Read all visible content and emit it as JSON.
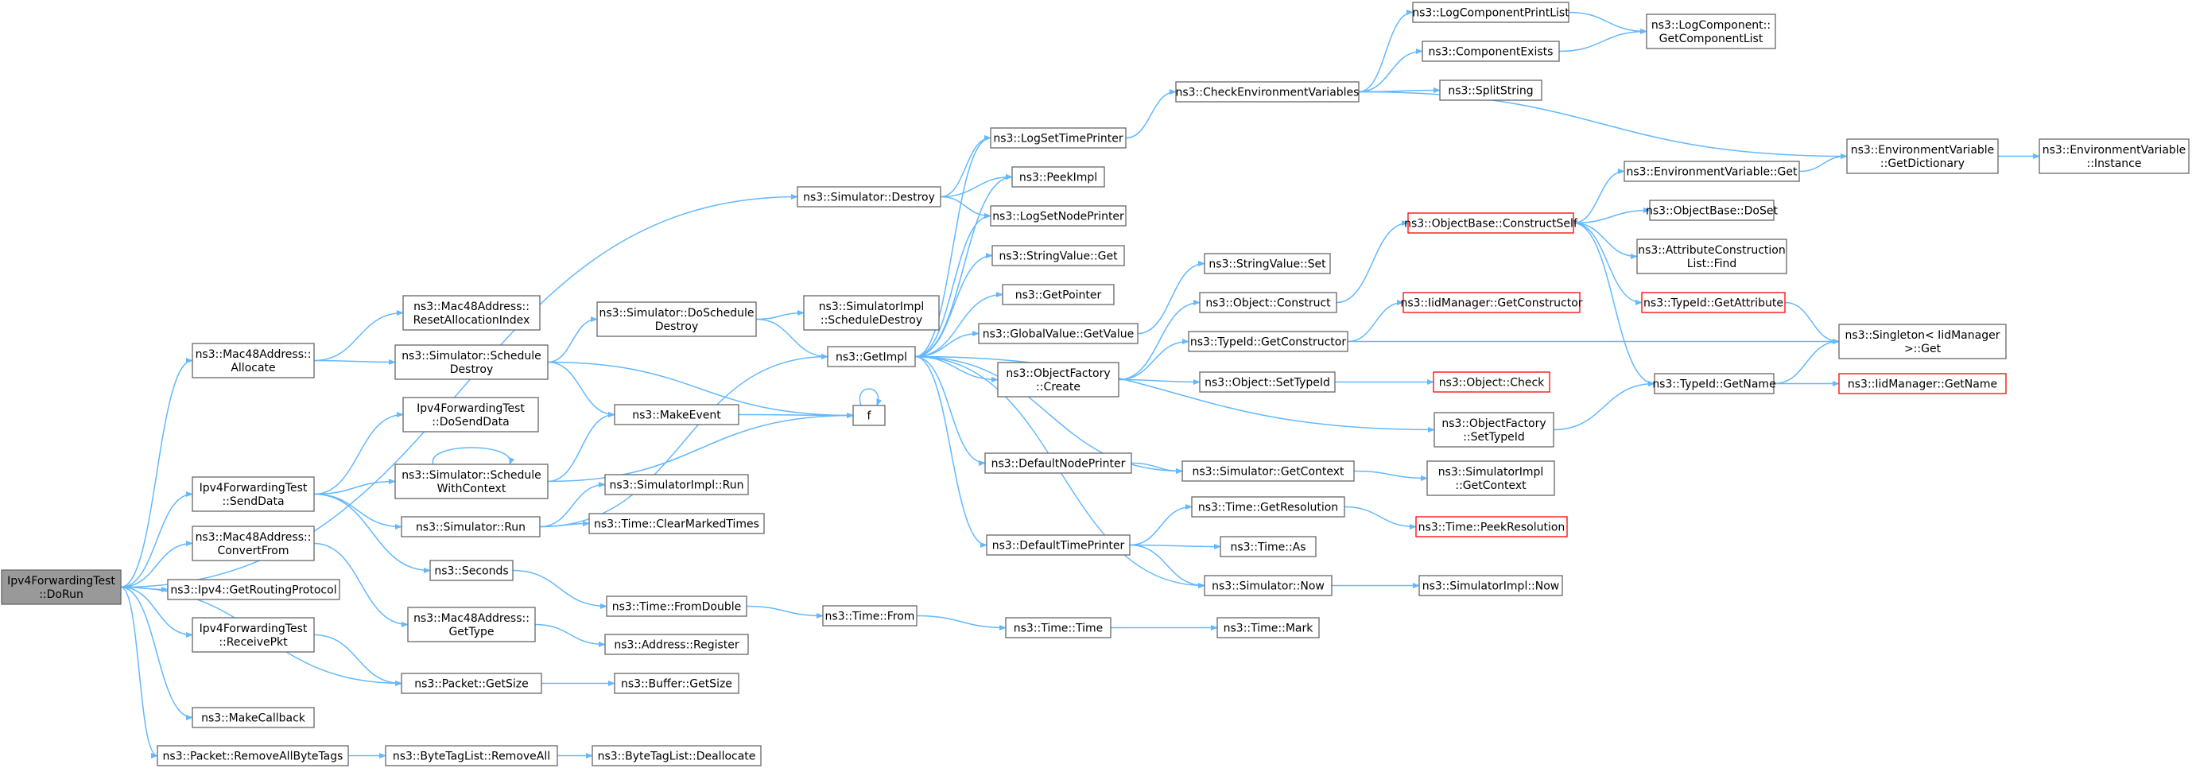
{
  "diagram": {
    "type": "call-graph",
    "nodes": [
      {
        "id": "dorun",
        "lines": [
          "Ipv4ForwardingTest",
          "::DoRun"
        ],
        "style": "root"
      },
      {
        "id": "allocate",
        "lines": [
          "ns3::Mac48Address::",
          "Allocate"
        ]
      },
      {
        "id": "senddata",
        "lines": [
          "Ipv4ForwardingTest",
          "::SendData"
        ]
      },
      {
        "id": "convertfrom",
        "lines": [
          "ns3::Mac48Address::",
          "ConvertFrom"
        ]
      },
      {
        "id": "getrouting",
        "lines": [
          "ns3::Ipv4::GetRoutingProtocol"
        ]
      },
      {
        "id": "receivepkt",
        "lines": [
          "Ipv4ForwardingTest",
          "::ReceivePkt"
        ]
      },
      {
        "id": "makecallback",
        "lines": [
          "ns3::MakeCallback"
        ]
      },
      {
        "id": "removeallbytetags",
        "lines": [
          "ns3::Packet::RemoveAllByteTags"
        ]
      },
      {
        "id": "simdestroy",
        "lines": [
          "ns3::Simulator::Destroy"
        ]
      },
      {
        "id": "resetalloc",
        "lines": [
          "ns3::Mac48Address::",
          "ResetAllocationIndex"
        ]
      },
      {
        "id": "schedDestroy",
        "lines": [
          "ns3::Simulator::Schedule",
          "Destroy"
        ]
      },
      {
        "id": "dosenddata",
        "lines": [
          "Ipv4ForwardingTest",
          "::DoSendData"
        ]
      },
      {
        "id": "schedWithCtx",
        "lines": [
          "ns3::Simulator::Schedule",
          "WithContext"
        ]
      },
      {
        "id": "simrun",
        "lines": [
          "ns3::Simulator::Run"
        ]
      },
      {
        "id": "seconds",
        "lines": [
          "ns3::Seconds"
        ]
      },
      {
        "id": "gettype",
        "lines": [
          "ns3::Mac48Address::",
          "GetType"
        ]
      },
      {
        "id": "packetgetsize",
        "lines": [
          "ns3::Packet::GetSize"
        ]
      },
      {
        "id": "bytetagremoveall",
        "lines": [
          "ns3::ByteTagList::RemoveAll"
        ]
      },
      {
        "id": "doScheduleDestroy",
        "lines": [
          "ns3::Simulator::DoSchedule",
          "Destroy"
        ]
      },
      {
        "id": "makeevent",
        "lines": [
          "ns3::MakeEvent"
        ]
      },
      {
        "id": "simimplrun",
        "lines": [
          "ns3::SimulatorImpl::Run"
        ]
      },
      {
        "id": "clearmarked",
        "lines": [
          "ns3::Time::ClearMarkedTimes"
        ]
      },
      {
        "id": "fromdouble",
        "lines": [
          "ns3::Time::FromDouble"
        ]
      },
      {
        "id": "addrregister",
        "lines": [
          "ns3::Address::Register"
        ]
      },
      {
        "id": "buffergetsize",
        "lines": [
          "ns3::Buffer::GetSize"
        ]
      },
      {
        "id": "bytetagdealloc",
        "lines": [
          "ns3::ByteTagList::Deallocate"
        ]
      },
      {
        "id": "simimplschedDestroy",
        "lines": [
          "ns3::SimulatorImpl",
          "::ScheduleDestroy"
        ]
      },
      {
        "id": "getimpl",
        "lines": [
          "ns3::GetImpl"
        ]
      },
      {
        "id": "f",
        "lines": [
          "f"
        ]
      },
      {
        "id": "timefrom",
        "lines": [
          "ns3::Time::From"
        ]
      },
      {
        "id": "logsettime",
        "lines": [
          "ns3::LogSetTimePrinter"
        ]
      },
      {
        "id": "peekimpl",
        "lines": [
          "ns3::PeekImpl"
        ]
      },
      {
        "id": "logsetnode",
        "lines": [
          "ns3::LogSetNodePrinter"
        ]
      },
      {
        "id": "stringvalueget",
        "lines": [
          "ns3::StringValue::Get"
        ]
      },
      {
        "id": "getpointer",
        "lines": [
          "ns3::GetPointer"
        ]
      },
      {
        "id": "globalvalueget",
        "lines": [
          "ns3::GlobalValue::GetValue"
        ]
      },
      {
        "id": "objfactcreate",
        "lines": [
          "ns3::ObjectFactory",
          "::Create"
        ]
      },
      {
        "id": "defnodeprinter",
        "lines": [
          "ns3::DefaultNodePrinter"
        ]
      },
      {
        "id": "deftimeprinter",
        "lines": [
          "ns3::DefaultTimePrinter"
        ]
      },
      {
        "id": "timetime",
        "lines": [
          "ns3::Time::Time"
        ]
      },
      {
        "id": "checkenv",
        "lines": [
          "ns3::CheckEnvironmentVariables"
        ]
      },
      {
        "id": "stringvalueset",
        "lines": [
          "ns3::StringValue::Set"
        ]
      },
      {
        "id": "objconstruct",
        "lines": [
          "ns3::Object::Construct"
        ]
      },
      {
        "id": "typeidgetctor",
        "lines": [
          "ns3::TypeId::GetConstructor"
        ]
      },
      {
        "id": "objsettypeid",
        "lines": [
          "ns3::Object::SetTypeId"
        ]
      },
      {
        "id": "objfactsettypeid",
        "lines": [
          "ns3::ObjectFactory",
          "::SetTypeId"
        ]
      },
      {
        "id": "simgetctx",
        "lines": [
          "ns3::Simulator::GetContext"
        ]
      },
      {
        "id": "timegetres",
        "lines": [
          "ns3::Time::GetResolution"
        ]
      },
      {
        "id": "timeas",
        "lines": [
          "ns3::Time::As"
        ]
      },
      {
        "id": "simnow",
        "lines": [
          "ns3::Simulator::Now"
        ]
      },
      {
        "id": "timemark",
        "lines": [
          "ns3::Time::Mark"
        ]
      },
      {
        "id": "logcompprintlist",
        "lines": [
          "ns3::LogComponentPrintList"
        ]
      },
      {
        "id": "compexists",
        "lines": [
          "ns3::ComponentExists"
        ]
      },
      {
        "id": "splitstring",
        "lines": [
          "ns3::SplitString"
        ]
      },
      {
        "id": "objbaseconstructself",
        "lines": [
          "ns3::ObjectBase::ConstructSelf"
        ],
        "style": "truncated"
      },
      {
        "id": "iidmgrgetctor",
        "lines": [
          "ns3::IidManager::GetConstructor"
        ],
        "style": "truncated"
      },
      {
        "id": "objcheck",
        "lines": [
          "ns3::Object::Check"
        ],
        "style": "truncated"
      },
      {
        "id": "simimplgetctx",
        "lines": [
          "ns3::SimulatorImpl",
          "::GetContext"
        ]
      },
      {
        "id": "timepeekres",
        "lines": [
          "ns3::Time::PeekResolution"
        ],
        "style": "truncated"
      },
      {
        "id": "simimplnow",
        "lines": [
          "ns3::SimulatorImpl::Now"
        ]
      },
      {
        "id": "logcompgetlist",
        "lines": [
          "ns3::LogComponent::",
          "GetComponentList"
        ]
      },
      {
        "id": "envvarget",
        "lines": [
          "ns3::EnvironmentVariable::Get"
        ]
      },
      {
        "id": "objbasedoset",
        "lines": [
          "ns3::ObjectBase::DoSet"
        ]
      },
      {
        "id": "attrconstrfind",
        "lines": [
          "ns3::AttributeConstruction",
          "List::Find"
        ]
      },
      {
        "id": "typeidgetattr",
        "lines": [
          "ns3::TypeId::GetAttribute"
        ],
        "style": "truncated"
      },
      {
        "id": "typeidgetname",
        "lines": [
          "ns3::TypeId::GetName"
        ]
      },
      {
        "id": "envvargetdict",
        "lines": [
          "ns3::EnvironmentVariable",
          "::GetDictionary"
        ]
      },
      {
        "id": "singletonget",
        "lines": [
          "ns3::Singleton< IidManager",
          " >::Get"
        ]
      },
      {
        "id": "iidmgrgetname",
        "lines": [
          "ns3::IidManager::GetName"
        ],
        "style": "truncated"
      },
      {
        "id": "envvarinstance",
        "lines": [
          "ns3::EnvironmentVariable",
          "::Instance"
        ]
      }
    ],
    "edges": [
      [
        "dorun",
        "simdestroy"
      ],
      [
        "dorun",
        "allocate"
      ],
      [
        "dorun",
        "senddata"
      ],
      [
        "dorun",
        "convertfrom"
      ],
      [
        "dorun",
        "getrouting"
      ],
      [
        "dorun",
        "receivepkt"
      ],
      [
        "dorun",
        "packetgetsize"
      ],
      [
        "dorun",
        "makecallback"
      ],
      [
        "dorun",
        "removeallbytetags"
      ],
      [
        "allocate",
        "resetalloc"
      ],
      [
        "allocate",
        "schedDestroy"
      ],
      [
        "senddata",
        "dosenddata"
      ],
      [
        "senddata",
        "schedWithCtx"
      ],
      [
        "senddata",
        "simrun"
      ],
      [
        "senddata",
        "seconds"
      ],
      [
        "convertfrom",
        "gettype"
      ],
      [
        "receivepkt",
        "packetgetsize"
      ],
      [
        "removeallbytetags",
        "bytetagremoveall"
      ],
      [
        "bytetagremoveall",
        "bytetagdealloc"
      ],
      [
        "simdestroy",
        "logsettime"
      ],
      [
        "simdestroy",
        "peekimpl"
      ],
      [
        "simdestroy",
        "logsetnode"
      ],
      [
        "schedDestroy",
        "doScheduleDestroy"
      ],
      [
        "schedDestroy",
        "makeevent"
      ],
      [
        "schedDestroy",
        "f"
      ],
      [
        "schedWithCtx",
        "schedWithCtx"
      ],
      [
        "schedWithCtx",
        "makeevent"
      ],
      [
        "schedWithCtx",
        "f"
      ],
      [
        "simrun",
        "simimplrun"
      ],
      [
        "simrun",
        "clearmarked"
      ],
      [
        "simrun",
        "getimpl"
      ],
      [
        "seconds",
        "fromdouble"
      ],
      [
        "gettype",
        "addrregister"
      ],
      [
        "packetgetsize",
        "buffergetsize"
      ],
      [
        "doScheduleDestroy",
        "simimplschedDestroy"
      ],
      [
        "doScheduleDestroy",
        "getimpl"
      ],
      [
        "makeevent",
        "f"
      ],
      [
        "f",
        "f"
      ],
      [
        "fromdouble",
        "timefrom"
      ],
      [
        "timefrom",
        "timetime"
      ],
      [
        "timetime",
        "timemark"
      ],
      [
        "getimpl",
        "logsettime"
      ],
      [
        "getimpl",
        "peekimpl"
      ],
      [
        "getimpl",
        "logsetnode"
      ],
      [
        "getimpl",
        "stringvalueget"
      ],
      [
        "getimpl",
        "getpointer"
      ],
      [
        "getimpl",
        "globalvalueget"
      ],
      [
        "getimpl",
        "objfactcreate"
      ],
      [
        "getimpl",
        "objfactsettypeid"
      ],
      [
        "getimpl",
        "defnodeprinter"
      ],
      [
        "getimpl",
        "simgetctx"
      ],
      [
        "getimpl",
        "deftimeprinter"
      ],
      [
        "getimpl",
        "simnow"
      ],
      [
        "logsettime",
        "checkenv"
      ],
      [
        "globalvalueget",
        "stringvalueset"
      ],
      [
        "objfactcreate",
        "objconstruct"
      ],
      [
        "objfactcreate",
        "typeidgetctor"
      ],
      [
        "objfactcreate",
        "objsettypeid"
      ],
      [
        "defnodeprinter",
        "simgetctx"
      ],
      [
        "deftimeprinter",
        "timegetres"
      ],
      [
        "deftimeprinter",
        "timeas"
      ],
      [
        "deftimeprinter",
        "simnow"
      ],
      [
        "checkenv",
        "logcompprintlist"
      ],
      [
        "checkenv",
        "compexists"
      ],
      [
        "checkenv",
        "splitstring"
      ],
      [
        "checkenv",
        "envvargetdict"
      ],
      [
        "objconstruct",
        "objbaseconstructself"
      ],
      [
        "typeidgetctor",
        "iidmgrgetctor"
      ],
      [
        "typeidgetctor",
        "singletonget"
      ],
      [
        "objsettypeid",
        "objcheck"
      ],
      [
        "objfactsettypeid",
        "typeidgetname"
      ],
      [
        "simgetctx",
        "simimplgetctx"
      ],
      [
        "timegetres",
        "timepeekres"
      ],
      [
        "simnow",
        "simimplnow"
      ],
      [
        "logcompprintlist",
        "logcompgetlist"
      ],
      [
        "compexists",
        "logcompgetlist"
      ],
      [
        "objbaseconstructself",
        "envvarget"
      ],
      [
        "objbaseconstructself",
        "objbasedoset"
      ],
      [
        "objbaseconstructself",
        "attrconstrfind"
      ],
      [
        "objbaseconstructself",
        "typeidgetattr"
      ],
      [
        "objbaseconstructself",
        "typeidgetname"
      ],
      [
        "envvarget",
        "envvargetdict"
      ],
      [
        "typeidgetattr",
        "singletonget"
      ],
      [
        "typeidgetname",
        "singletonget"
      ],
      [
        "typeidgetname",
        "iidmgrgetname"
      ],
      [
        "envvargetdict",
        "envvarinstance"
      ]
    ]
  },
  "colors": {
    "edge": "#63b8ff",
    "node_border": "#666666",
    "root_fill": "#999999",
    "truncated_border": "#ff0000"
  }
}
